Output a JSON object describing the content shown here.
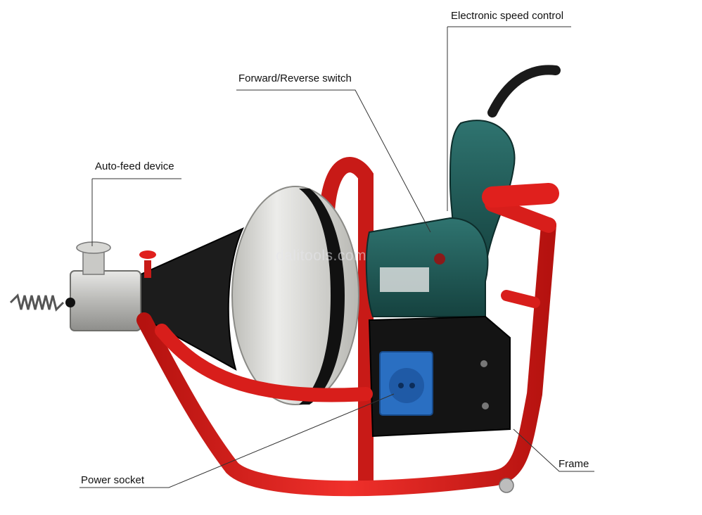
{
  "labels": {
    "electronic_speed_control": "Electronic speed control",
    "forward_reverse_switch": "Forward/Reverse switch",
    "auto_feed_device": "Auto-feed device",
    "power_socket": "Power socket",
    "frame": "Frame"
  },
  "watermark": "dalitools.com",
  "colors": {
    "frame_red": "#e0201d",
    "drum_silver": "#d9d9d4",
    "motor_green": "#1e5a55",
    "box_black": "#141414",
    "socket_blue": "#2a6fc2"
  }
}
